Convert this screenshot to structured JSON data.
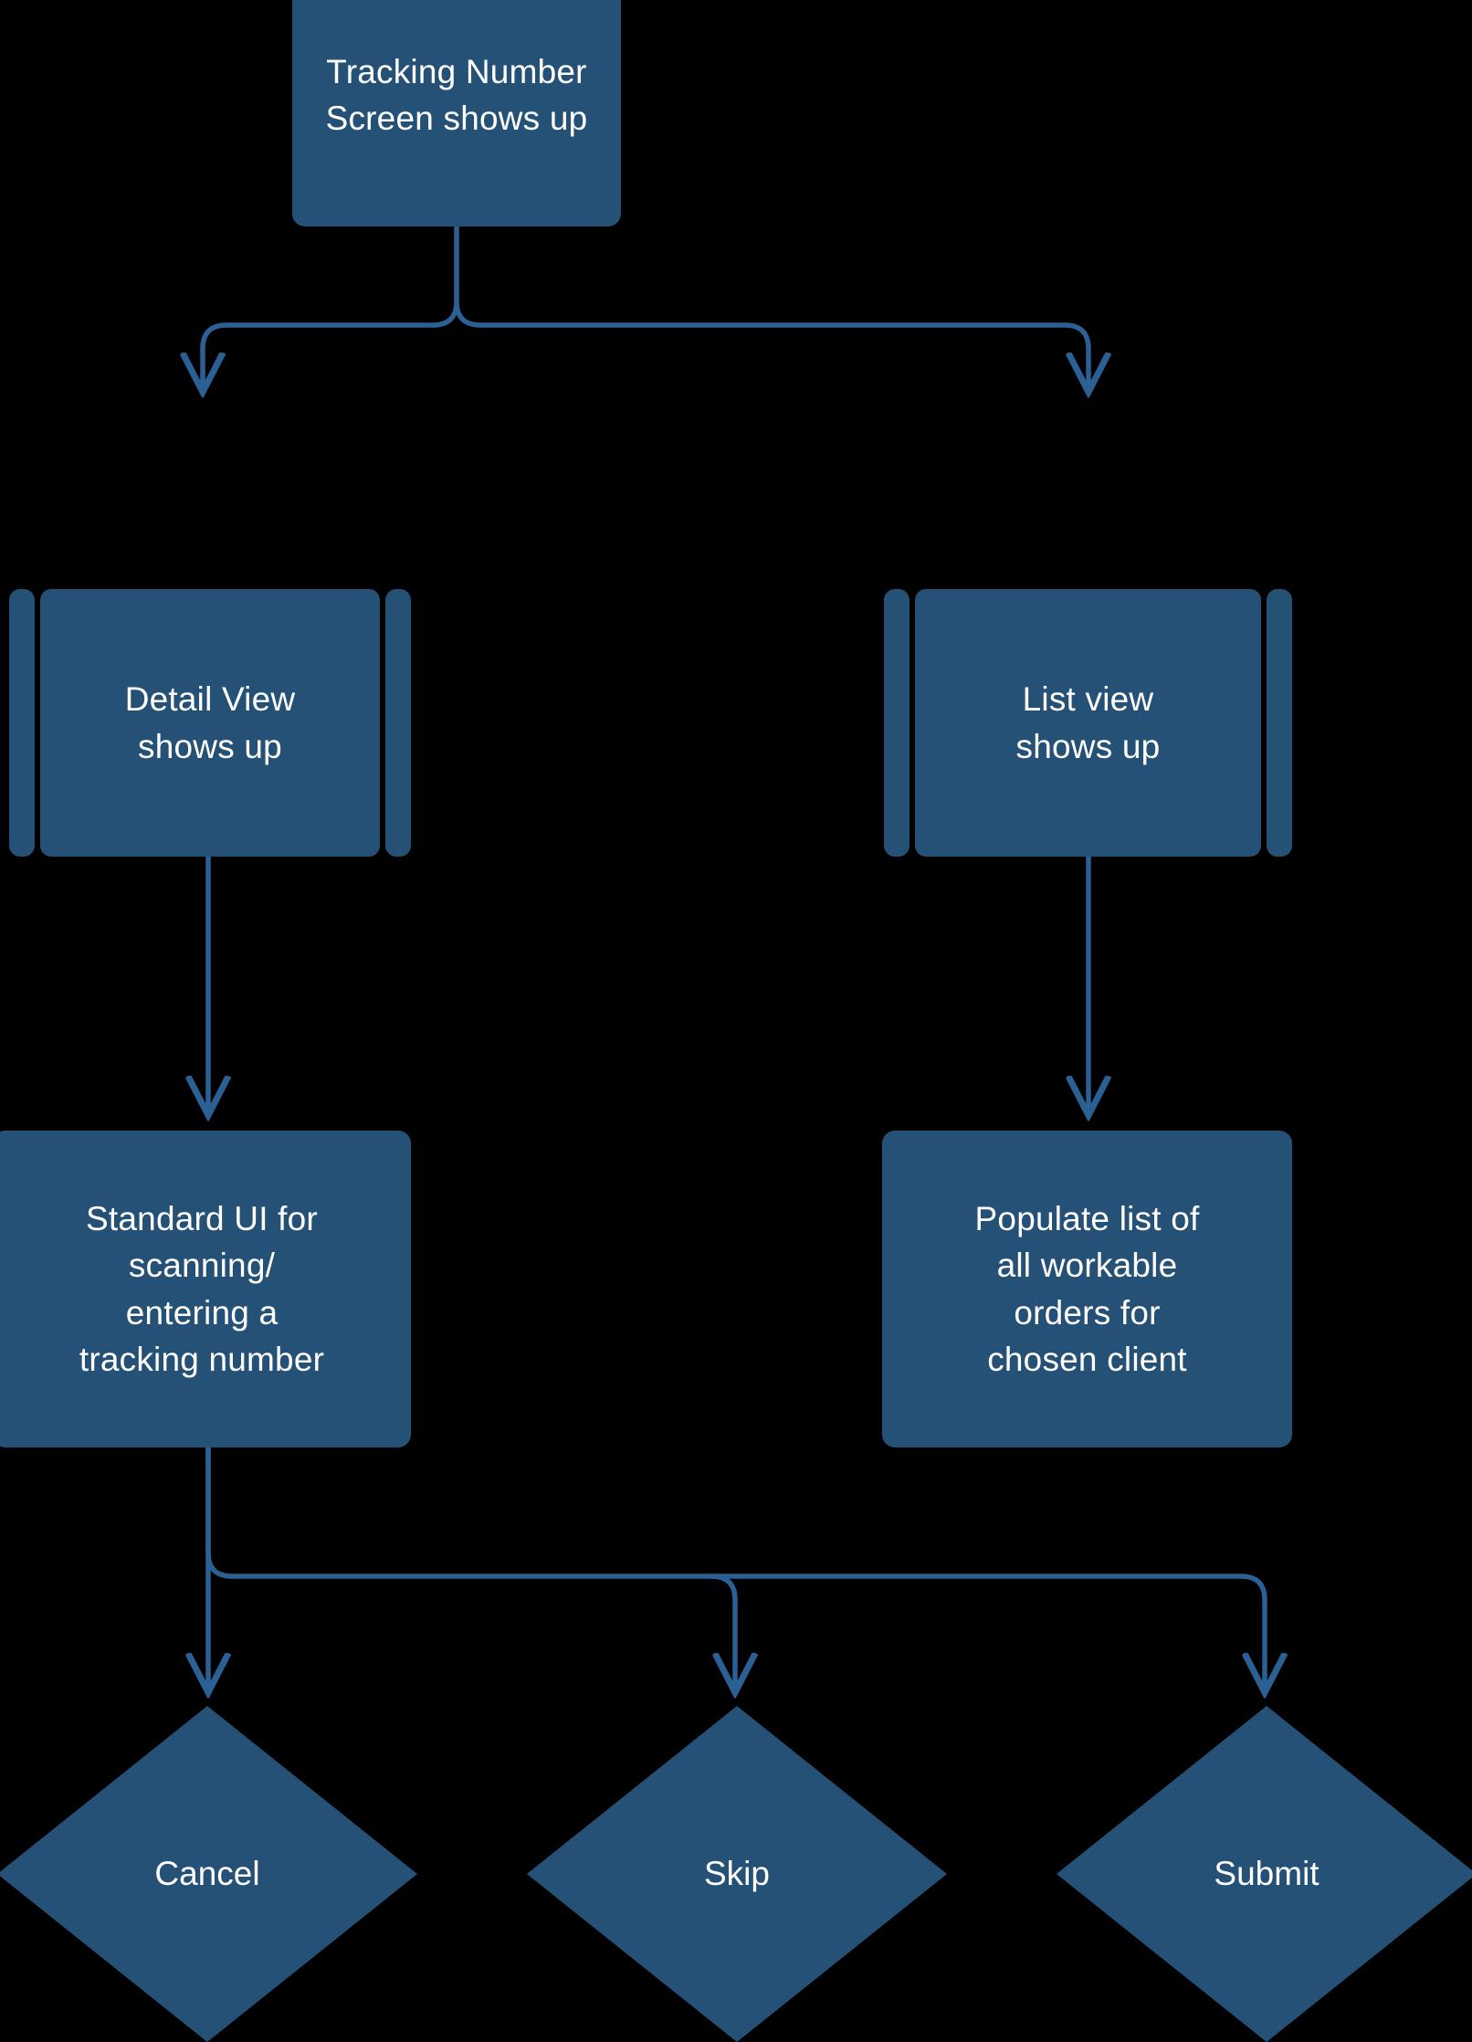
{
  "diagram": {
    "type": "flowchart",
    "title": "Tracking Number Screen flow",
    "background_color": "#000000",
    "node_fill_color": "#255177",
    "edge_color": "#2b6094",
    "text_color": "#ffffff"
  },
  "nodes": {
    "tracking_number_screen": {
      "label": "Tracking Number\nScreen shows up",
      "shape": "rounded-rectangle"
    },
    "detail_view": {
      "label": "Detail View\nshows up",
      "shape": "subroutine"
    },
    "list_view": {
      "label": "List view\nshows up",
      "shape": "subroutine"
    },
    "standard_ui": {
      "label": "Standard UI for\nscanning/\nentering a\ntracking number",
      "shape": "rounded-rectangle"
    },
    "populate_list": {
      "label": "Populate list of\nall workable\norders for\nchosen client",
      "shape": "rounded-rectangle"
    },
    "cancel": {
      "label": "Cancel",
      "shape": "diamond"
    },
    "skip": {
      "label": "Skip",
      "shape": "diamond"
    },
    "submit": {
      "label": "Submit",
      "shape": "diamond"
    }
  },
  "edges": [
    {
      "from": "tracking_number_screen",
      "to": "detail_view"
    },
    {
      "from": "tracking_number_screen",
      "to": "list_view"
    },
    {
      "from": "detail_view",
      "to": "standard_ui"
    },
    {
      "from": "list_view",
      "to": "populate_list"
    },
    {
      "from": "standard_ui",
      "to": "cancel"
    },
    {
      "from": "standard_ui",
      "to": "skip"
    },
    {
      "from": "standard_ui",
      "to": "submit"
    }
  ]
}
